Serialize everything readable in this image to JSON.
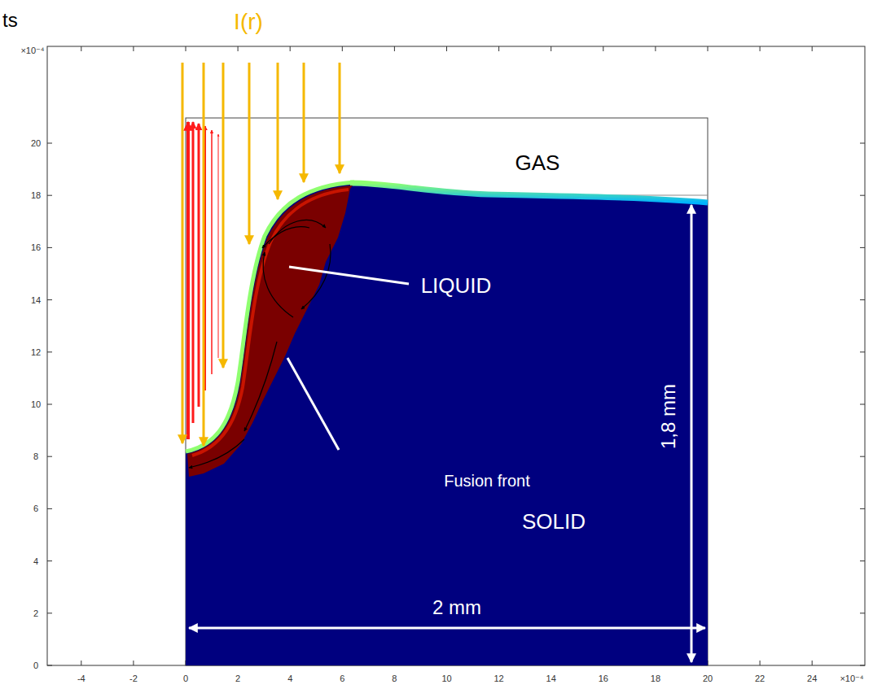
{
  "diagram": {
    "labels": [
      "ts",
      "I(r)",
      "×10⁻⁴",
      "20",
      "18",
      "16",
      "14",
      "12",
      "10",
      "8",
      "6",
      "4",
      "2",
      "0",
      "GAS",
      "LIQUID",
      "Fusion front",
      "SOLID",
      "1,8 mm",
      "2 mm",
      "-4",
      "-2",
      "0",
      "2",
      "4",
      "6",
      "8",
      "10",
      "12",
      "14",
      "16",
      "18",
      "20",
      "22",
      "24",
      "×10⁻⁴"
    ]
  }
}
